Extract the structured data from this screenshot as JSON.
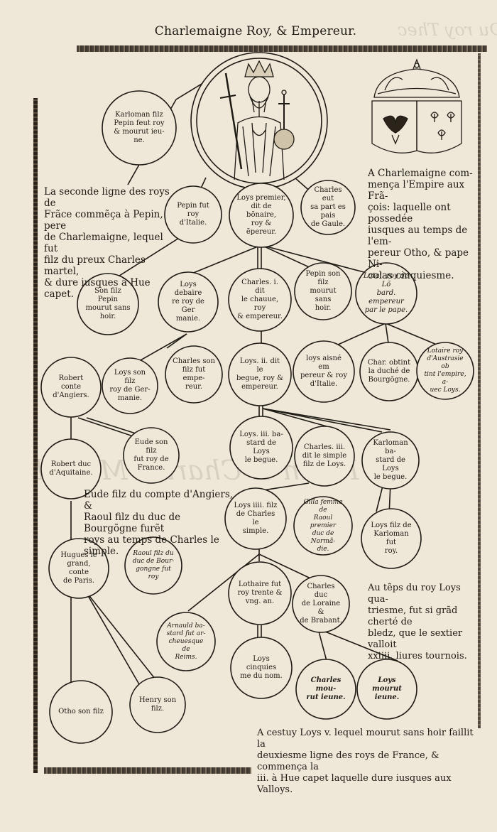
{
  "header": {
    "left_mark": "",
    "title": "Charlemaigne Roy, & Empereur."
  },
  "text_blocks": {
    "seconde_ligne": "La seconde ligne des roys de\nFrãce commẽça à Pepin, pere\nde Charlemaigne, lequel fut\nfilz du preux Charles martel,\n& dure iusques à Hue capet.",
    "empire": "A Charlemaigne com-\nmença l'Empire aux Frã-\nçois: laquelle ont possedée\niusques au temps de l'em-\npereur Otho, & pape Ni-\ncolas cinquiesme.",
    "eude_raoul": "Eude filz du compte d'Angiers, &\nRaoul filz du duc de Bourgõgne furẽt\nroys au temps de Charles le simple.",
    "cherte": "Au tẽps du roy Loys qua-\ntriesme, fut si grãd cherté de\nbledz, que le sextier valloit\nxxiiii. liures tournois.",
    "final": "A cestuy Loys v. lequel mourut sans hoir faillit la\ndeuxiesme ligne des roys de France, & commença la\niii. à Hue capet laquelle dure iusques aux Valloys."
  },
  "nodes": {
    "karloman": "Karloman filz\nPepin feut roy\n& mourut ieu-\nne.",
    "pepin_italie": "Pepin fut roy\nd'Italie.",
    "loys_premier": "Loys premier,\ndit de bõnaire,\nroy & ẽpereur.",
    "charles_gaule": "Charles eut\nsa part es pais\nde Gaule.",
    "son_filz_pepin": "Son filz Pepin\nmourut sans\nhoir.",
    "loys_debaire": "Loys debaire\nre roy de Ger\nmanie.",
    "charles_chauve": "Charles. i. dit\nle chauue, roy\n& empereur.",
    "pepin_son_filz": "Pepin son filz\nmourut sans\nhoir.",
    "lotaire_lombard": "Lotai. roy de Lõ\nbard. empereur\npar le pape.",
    "robert_angiers": "Robert conte\nd'Angiers.",
    "loys_germanie": "Loys son filz\nroy de Ger-\nmanie.",
    "charles_empereur": "Charles son\nfilz fut empe-\nreur.",
    "loys_ii": "Loys. ii. dit le\nbegue, roy &\nempereur.",
    "loys_aisne": "loys aisné em\npereur & roy\nd'Italie.",
    "char_bourgogne": "Char. obtint\nla duché de\nBourgõgne.",
    "lotaire_austrasie": "Lotaire roy\nd'Austrasie ob\ntint l'empire, a-\nuec Loys.",
    "robert_aquitaine": "Robert duc\nd'Aquitaine.",
    "eude_france": "Eude son filz\nfut roy de\nFrance.",
    "loys_iii": "Loys. iii. ba-\nstard de Loys\nle begue.",
    "charles_iii": "Charles. iii.\ndit le simple\nfilz de Loys.",
    "karloman_bastard": "Karloman ba-\nstard de Loys\nle begue.",
    "loys_iiii": "Loys iiii. filz\nde Charles le\nsimple.",
    "gilla": "Gilla femme de\nRaoul premier\nduc de Normã-\ndie.",
    "loys_karloman": "Loys filz de\nKarloman fut\nroy.",
    "hugues": "Hugues le\ngrand, conte\nde Paris.",
    "raoul": "Raoul filz du\nduc de Bour-\ngongne fut roy",
    "lothaire": "Lothaire fut\nroy trente &\nvng. an.",
    "charles_loraine": "Charles duc\nde Loraine &\nde Brabant.",
    "arnauld": "Arnauld ba-\nstard fut ar-\ncheuesque de\nReims.",
    "loys_cinquiesme": "Loys cinquies\nme du nom.",
    "charles_mourut": "Charles mou-\nrut ieune.",
    "loys_mourut": "Loys mourut\nieune.",
    "otho": "Otho son filz",
    "henry": "Henry son\nfilz."
  },
  "colors": {
    "paper": "#efe8d8",
    "ink": "#1e1a14"
  }
}
